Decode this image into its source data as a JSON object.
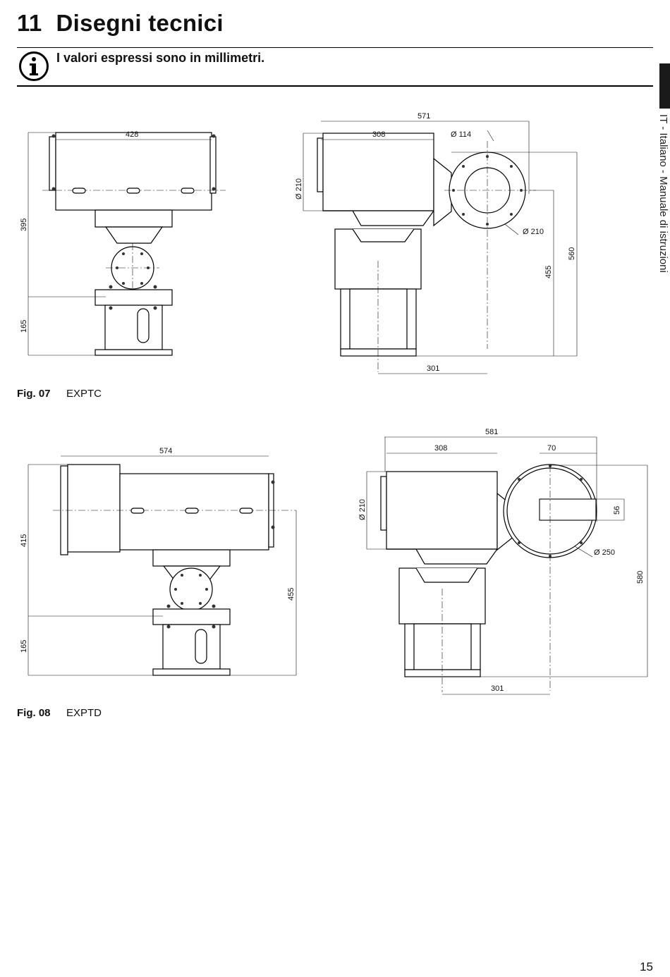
{
  "heading": {
    "number": "11",
    "title": "Disegni tecnici"
  },
  "notice": {
    "icon": "info-icon",
    "text": "I valori espressi sono in millimetri."
  },
  "side_tab": {
    "text": "IT - Italiano - Manuale di istruzioni"
  },
  "figures": [
    {
      "caption_label": "Fig. 07",
      "caption_text": "EXPTC",
      "dims": {
        "width_front": "428",
        "height_top": "395",
        "height_bottom": "165",
        "overall_side": "571",
        "body_side": "308",
        "window_dia": "Ø 114",
        "body_dia": "Ø 210",
        "flange_dia": "Ø 210",
        "axis_height": "455",
        "overall_height": "560",
        "offset_base": "301"
      }
    },
    {
      "caption_label": "Fig. 08",
      "caption_text": "EXPTD",
      "dims": {
        "width_front": "574",
        "height_top": "415",
        "height_bottom": "165",
        "axis_height": "455",
        "overall_side": "581",
        "body_side": "308",
        "offset_70": "70",
        "offset_56": "56",
        "body_dia": "Ø 210",
        "flange_dia": "Ø 250",
        "overall_height": "580",
        "offset_base": "301"
      }
    }
  ],
  "page_number": "15"
}
